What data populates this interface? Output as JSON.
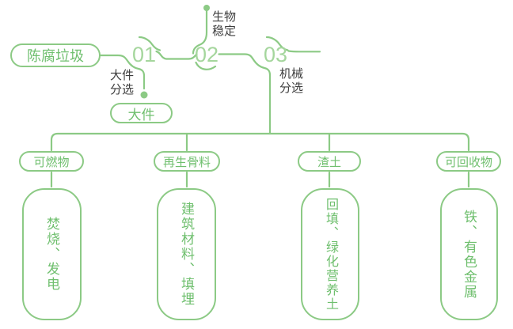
{
  "colors": {
    "line_green": "#8cca85",
    "text_green": "#6fbf6e",
    "step_green": "#a5d69d",
    "label_dark": "#3d3d3d",
    "background": "#ffffff"
  },
  "flow": {
    "source_label": "陈腐垃圾",
    "steps": [
      {
        "number": "01",
        "process_label": "大件分选",
        "branch_label": "大件"
      },
      {
        "number": "02",
        "process_label": "生物稳定"
      },
      {
        "number": "03",
        "process_label": "机械分选"
      }
    ]
  },
  "outputs": [
    {
      "category": "可燃物",
      "result": "焚烧、发电"
    },
    {
      "category": "再生骨料",
      "result": "建筑材料、填埋"
    },
    {
      "category": "渣土",
      "result": "回填、绿化营养土"
    },
    {
      "category": "可回收物",
      "result": "铁、有色金属"
    }
  ]
}
